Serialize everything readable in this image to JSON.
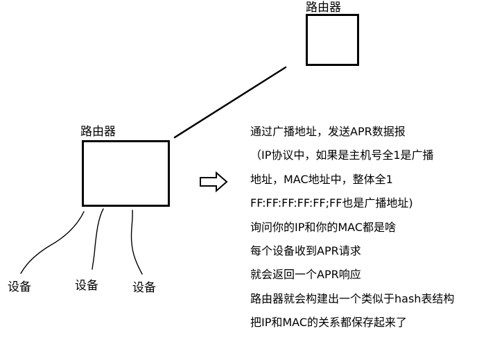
{
  "diagram": {
    "labels": {
      "router_top": "路由器",
      "router_main": "路由器",
      "devices": [
        "设备",
        "设备",
        "设备"
      ]
    },
    "notes": [
      "通过广播地址，发送APR数据报",
      "（IP协议中，如果是主机号全1是广播",
      "地址，MAC地址中，整体全1",
      "FF:FF:FF:FF:FF;FF也是广播地址)",
      "询问你的IP和你的MAC都是啥",
      "每个设备收到APR请求",
      "就会返回一个APR响应",
      "路由器就会构建出一个类似于hash表结构",
      "把IP和MAC的关系都保存起来了"
    ],
    "stroke_color": "#000000",
    "background_color": "#ffffff"
  }
}
